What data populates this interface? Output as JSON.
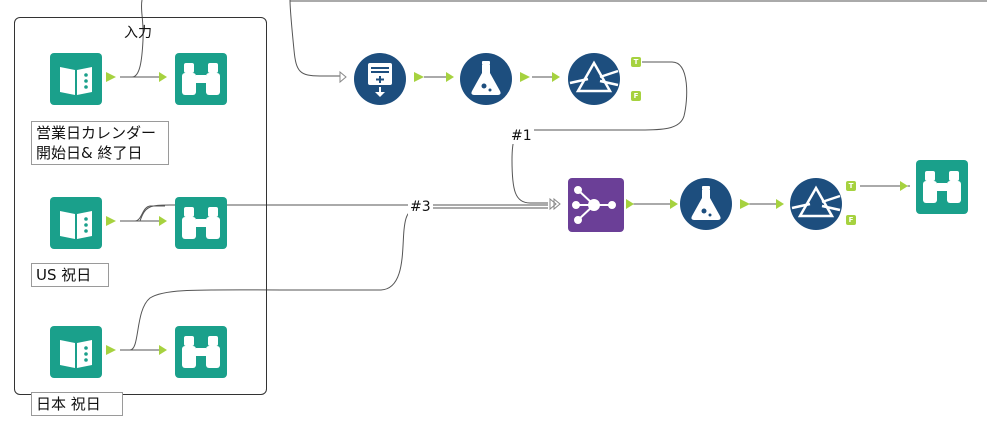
{
  "container": {
    "title": "入力"
  },
  "annotations": {
    "calendar": "営業日カレンダー\n開始日& 終了日",
    "us": "US 祝日",
    "japan": "日本 祝日"
  },
  "wire_labels": {
    "one": "#1",
    "three": "#3"
  },
  "anchors": {
    "true": "T",
    "false": "F"
  },
  "colors": {
    "teal": "#1aa08b",
    "navy": "#1d4e7e",
    "purple": "#6b3f97",
    "connector": "#a6d23f",
    "wire": "#555555"
  },
  "tools": [
    {
      "name": "input-calendar",
      "icon": "book-icon"
    },
    {
      "name": "browse-calendar",
      "icon": "binoculars-icon"
    },
    {
      "name": "input-us",
      "icon": "book-icon"
    },
    {
      "name": "browse-us",
      "icon": "binoculars-icon"
    },
    {
      "name": "input-japan",
      "icon": "book-icon"
    },
    {
      "name": "browse-japan",
      "icon": "binoculars-icon"
    },
    {
      "name": "append-tool",
      "icon": "append-icon"
    },
    {
      "name": "formula-1",
      "icon": "flask-icon"
    },
    {
      "name": "filter-1",
      "icon": "prism-icon"
    },
    {
      "name": "union-tool",
      "icon": "union-icon"
    },
    {
      "name": "formula-2",
      "icon": "flask-icon"
    },
    {
      "name": "filter-2",
      "icon": "prism-icon"
    },
    {
      "name": "browse-final",
      "icon": "binoculars-icon"
    }
  ]
}
